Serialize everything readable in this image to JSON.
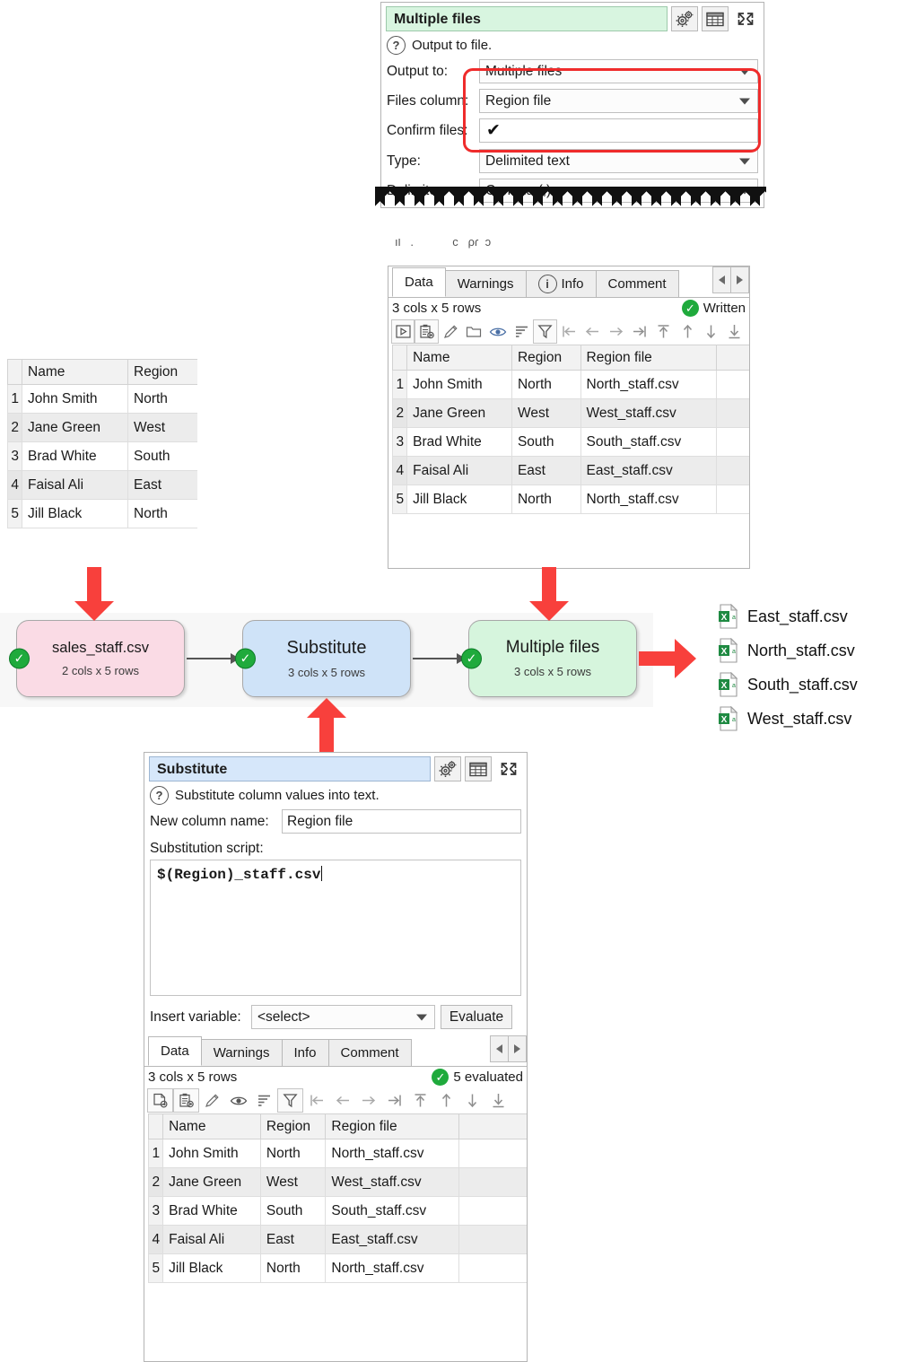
{
  "output_panel": {
    "title": "Multiple files",
    "help_text": "Output to file.",
    "help_icon": "question-mark-icon",
    "titlebar_icons": [
      "gears-icon",
      "table-icon",
      "expand-icon"
    ],
    "fields": [
      {
        "label": "Output to:",
        "value": "Multiple files",
        "type": "combo"
      },
      {
        "label": "Files column:",
        "value": "Region file",
        "type": "combo"
      },
      {
        "label": "Confirm files:",
        "value": "✔",
        "type": "checkbox"
      },
      {
        "label": "Type:",
        "value": "Delimited text",
        "type": "combo"
      },
      {
        "label": "Delimiter:",
        "value": "Comma (,)",
        "type": "combo"
      }
    ],
    "highlight_color": "#ef2b2b"
  },
  "written_panel": {
    "tabs": [
      {
        "label": "Data",
        "icon": "",
        "active": true
      },
      {
        "label": "Warnings",
        "icon": "",
        "active": false
      },
      {
        "label": "Info",
        "icon": "info-icon",
        "active": false
      },
      {
        "label": "Comment",
        "icon": "",
        "active": false
      }
    ],
    "dimensions": "3 cols x 5 rows",
    "status": "Written",
    "toolbar_icons": [
      "run-icon",
      "paste-icon",
      "edit-icon",
      "folder-icon",
      "eye-icon",
      "sort-icon",
      "filter-icon",
      "first-left-icon",
      "left-icon",
      "right-icon",
      "last-right-icon",
      "top-icon",
      "up-icon",
      "down-icon",
      "bottom-icon"
    ],
    "table": {
      "columns": [
        "Name",
        "Region",
        "Region file"
      ],
      "rows": [
        {
          "n": "1",
          "cells": [
            "John Smith",
            "North",
            "North_staff.csv"
          ]
        },
        {
          "n": "2",
          "cells": [
            "Jane Green",
            "West",
            "West_staff.csv"
          ]
        },
        {
          "n": "3",
          "cells": [
            "Brad White",
            "South",
            "South_staff.csv"
          ]
        },
        {
          "n": "4",
          "cells": [
            "Faisal Ali",
            "East",
            "East_staff.csv"
          ]
        },
        {
          "n": "5",
          "cells": [
            "Jill Black",
            "North",
            "North_staff.csv"
          ]
        }
      ]
    }
  },
  "source_table": {
    "columns": [
      "Name",
      "Region"
    ],
    "rows": [
      {
        "n": "1",
        "cells": [
          "John Smith",
          "North"
        ]
      },
      {
        "n": "2",
        "cells": [
          "Jane Green",
          "West"
        ]
      },
      {
        "n": "3",
        "cells": [
          "Brad White",
          "South"
        ]
      },
      {
        "n": "4",
        "cells": [
          "Faisal Ali",
          "East"
        ]
      },
      {
        "n": "5",
        "cells": [
          "Jill Black",
          "North"
        ]
      }
    ]
  },
  "flow": {
    "nodes": [
      {
        "title": "sales_staff.csv",
        "subtitle": "2 cols x 5 rows",
        "color": "#fadbe5",
        "status": "ok"
      },
      {
        "title": "Substitute",
        "subtitle": "3 cols x 5 rows",
        "color": "#cfe3f8",
        "status": "ok"
      },
      {
        "title": "Multiple files",
        "subtitle": "3 cols x 5 rows",
        "color": "#d6f5dd",
        "status": "ok"
      }
    ],
    "check_glyph": "✔"
  },
  "files": [
    {
      "name": "East_staff.csv",
      "icon": "csv-file-icon"
    },
    {
      "name": "North_staff.csv",
      "icon": "csv-file-icon"
    },
    {
      "name": "South_staff.csv",
      "icon": "csv-file-icon"
    },
    {
      "name": "West_staff.csv",
      "icon": "csv-file-icon"
    }
  ],
  "substitute_panel": {
    "title": "Substitute",
    "help_text": "Substitute column values into text.",
    "titlebar_icons": [
      "gears-icon",
      "table-icon",
      "expand-icon"
    ],
    "new_column_label": "New column name:",
    "new_column_value": "Region file",
    "script_label": "Substitution script:",
    "script_value": "$(Region)_staff.csv",
    "insert_variable_label": "Insert variable:",
    "insert_variable_value": "<select>",
    "evaluate_label": "Evaluate",
    "tabs": [
      {
        "label": "Data",
        "active": true
      },
      {
        "label": "Warnings",
        "active": false
      },
      {
        "label": "Info",
        "active": false
      },
      {
        "label": "Comment",
        "active": false
      }
    ],
    "dimensions": "3 cols x 5 rows",
    "status": "5 evaluated",
    "toolbar_icons": [
      "new-file-icon",
      "paste-icon",
      "edit-icon",
      "eye-icon",
      "sort-icon",
      "filter-icon",
      "first-left-icon",
      "left-icon",
      "right-icon",
      "last-right-icon",
      "top-icon",
      "up-icon",
      "down-icon",
      "bottom-icon"
    ],
    "table": {
      "columns": [
        "Name",
        "Region",
        "Region file"
      ],
      "highlight_column": 2,
      "highlight_color": "#fff84d",
      "rows": [
        {
          "n": "1",
          "cells": [
            "John Smith",
            "North",
            "North_staff.csv"
          ]
        },
        {
          "n": "2",
          "cells": [
            "Jane Green",
            "West",
            "West_staff.csv"
          ]
        },
        {
          "n": "3",
          "cells": [
            "Brad White",
            "South",
            "South_staff.csv"
          ]
        },
        {
          "n": "4",
          "cells": [
            "Faisal Ali",
            "East",
            "East_staff.csv"
          ]
        },
        {
          "n": "5",
          "cells": [
            "Jill Black",
            "North",
            "North_staff.csv"
          ]
        }
      ]
    }
  },
  "annotations": {
    "arrow_color": "#f8403c",
    "arrows": [
      "down-arrow-to-source-node",
      "down-arrow-to-output-node",
      "up-arrow-to-substitute-node",
      "right-arrow-to-files"
    ]
  }
}
